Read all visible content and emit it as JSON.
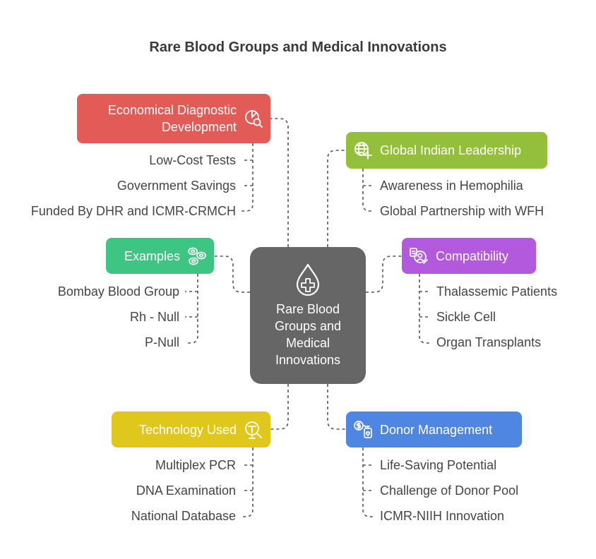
{
  "title": "Rare Blood Groups and Medical Innovations",
  "center": {
    "label": "Rare Blood Groups and Medical Innovations",
    "icon": "blood-drop-plus-icon"
  },
  "colors": {
    "economical": "#e35b57",
    "global": "#93bf3a",
    "examples": "#3ec483",
    "compatibility": "#b259dd",
    "technology": "#dfc71b",
    "donor": "#4f86e2",
    "center": "#666666",
    "connector": "#555555",
    "text": "#444444"
  },
  "branches": {
    "economical": {
      "label": "Economical Diagnostic Development",
      "icon": "chart-magnifier-icon",
      "items": [
        "Low-Cost Tests",
        "Government Savings",
        "Funded By DHR and ICMR-CRMCH"
      ]
    },
    "global": {
      "label": "Global Indian Leadership",
      "icon": "globe-plus-icon",
      "items": [
        "Awareness in Hemophilia",
        "Global Partnership with WFH"
      ]
    },
    "examples": {
      "label": "Examples",
      "icon": "blood-cells-icon",
      "items": [
        "Bombay Blood Group",
        "Rh - Null",
        "P-Null"
      ]
    },
    "compatibility": {
      "label": "Compatibility",
      "icon": "patient-clipboard-icon",
      "items": [
        "Thalassemic Patients",
        "Sickle Cell",
        "Organ Transplants"
      ]
    },
    "technology": {
      "label": "Technology Used",
      "icon": "microscope-icon",
      "items": [
        "Multiplex PCR",
        "DNA Examination",
        "National Database"
      ]
    },
    "donor": {
      "label": "Donor Management",
      "icon": "donation-bag-icon",
      "items": [
        "Life-Saving Potential",
        "Challenge of Donor Pool",
        "ICMR-NIIH Innovation"
      ]
    }
  }
}
